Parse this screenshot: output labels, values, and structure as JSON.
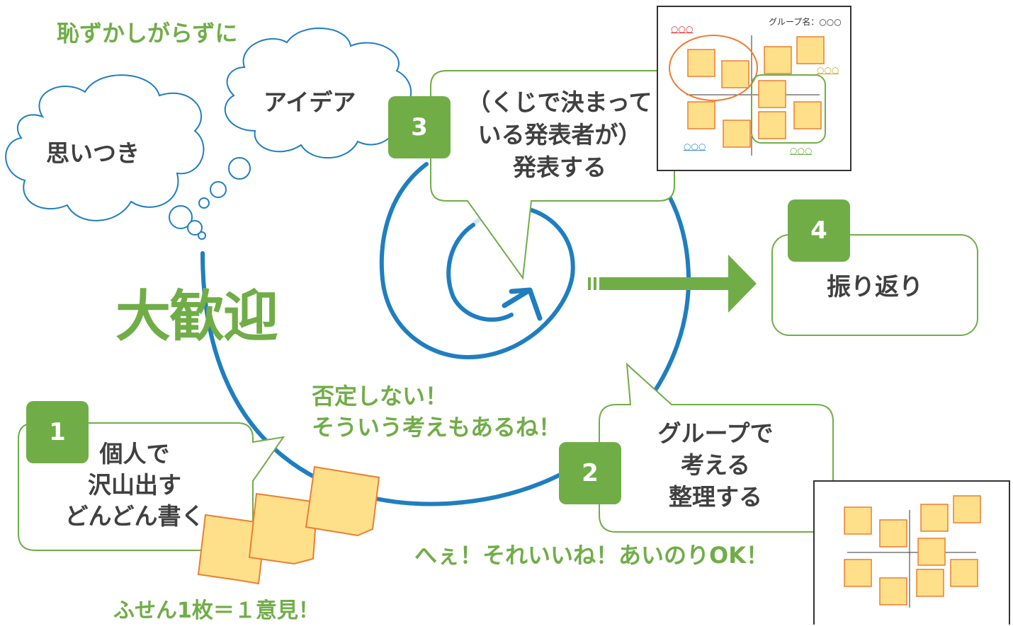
{
  "colors": {
    "green": "#70ad47",
    "blue": "#1f7ec0",
    "sticky_fill": "#ffe08a",
    "sticky_border": "#ed7d31",
    "text_dark": "#404040"
  },
  "top_caption": "恥ずかしがらずに",
  "clouds": {
    "left": "思いつき",
    "right": "アイデア"
  },
  "welcome": "大歓迎",
  "steps": [
    {
      "number": "1",
      "lines": [
        "個人で",
        "沢山出す",
        "どんどん書く"
      ]
    },
    {
      "number": "2",
      "lines": [
        "グループで",
        "考える",
        "整理する"
      ]
    },
    {
      "number": "3",
      "lines": [
        "（くじで決まって",
        "いる発表者が）",
        "発表する"
      ]
    },
    {
      "number": "4",
      "lines": [
        "振り返り"
      ]
    }
  ],
  "notes": {
    "no_denial": [
      "否定しない！",
      "そういう考えもあるね！"
    ],
    "hee": "へぇ！それいいね！あいのりOK！",
    "fusen": "ふせん1枚＝１意見！"
  },
  "group_panel": {
    "group_name": "グループ名：○○○",
    "labels": [
      "○○○",
      "○○○",
      "○○○",
      "○○○"
    ]
  },
  "icons": {
    "thought_clouds": "thought-cloud-icon",
    "spiral": "spiral-arrow-icon",
    "arrow": "right-arrow-icon",
    "sticky_notes": "sticky-note-icon"
  }
}
